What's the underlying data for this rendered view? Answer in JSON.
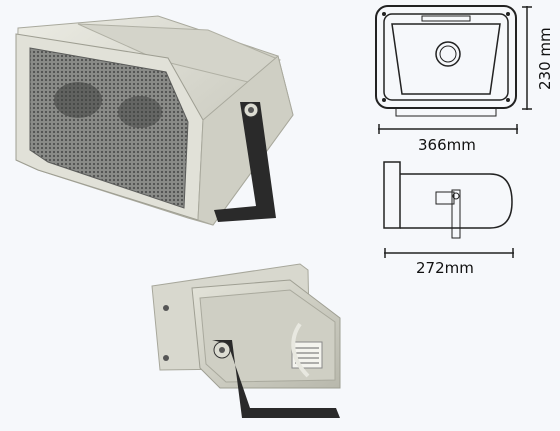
{
  "dimensions": {
    "height": "230 mm",
    "width": "366mm",
    "depth": "272mm"
  },
  "colors": {
    "background": "#f6f8fb",
    "housing": "#dcdcd2",
    "housing_shadow": "#b9b9ad",
    "grille": "#6f7070",
    "bracket": "#2a2a2a",
    "line": "#222222"
  }
}
